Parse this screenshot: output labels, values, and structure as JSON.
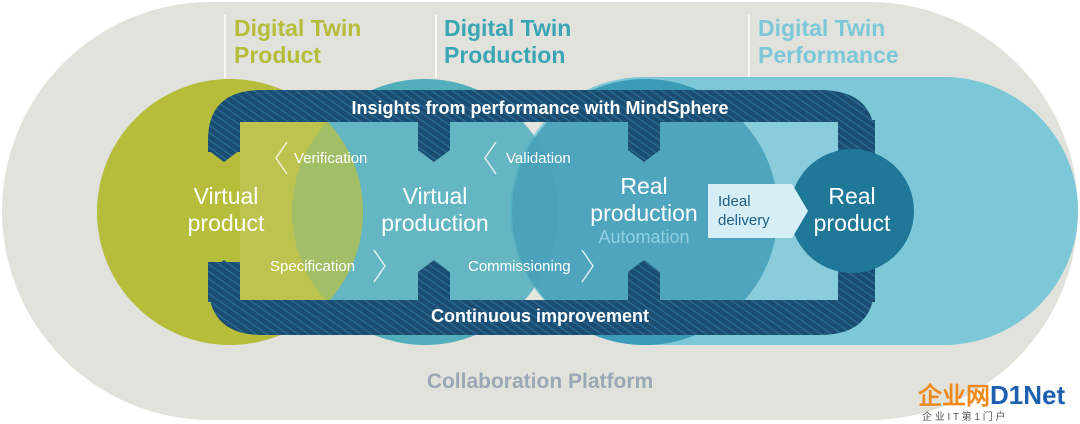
{
  "headers": {
    "product": [
      "Digital Twin",
      "Product"
    ],
    "production": [
      "Digital Twin",
      "Production"
    ],
    "performance": [
      "Digital Twin",
      "Performance"
    ]
  },
  "loop": {
    "top": "Insights from performance with MindSphere",
    "bottom": "Continuous improvement"
  },
  "nodes": {
    "virtual_product": [
      "Virtual",
      "product"
    ],
    "virtual_production": [
      "Virtual",
      "production"
    ],
    "real_production": [
      "Real",
      "production"
    ],
    "automation": "Automation",
    "real_product": [
      "Real",
      "product"
    ]
  },
  "arrows": {
    "verification": "Verification",
    "validation": "Validation",
    "specification": "Specification",
    "commissioning": "Commissioning",
    "ideal_delivery": [
      "Ideal",
      "delivery"
    ]
  },
  "platform": "Collaboration Platform",
  "watermark": {
    "brand_cn": "企业网",
    "brand_en": "D1Net",
    "tagline": "企 业 I T 第 1 门 户"
  },
  "colors": {
    "platform_bg": "#e2e2dd",
    "product_green": "#b5bd3a",
    "production_teal": "#3aa5b5",
    "performance_blue": "#7cc8d8",
    "loop_navy": "#1b4d72",
    "real_product": "#1f7898"
  }
}
